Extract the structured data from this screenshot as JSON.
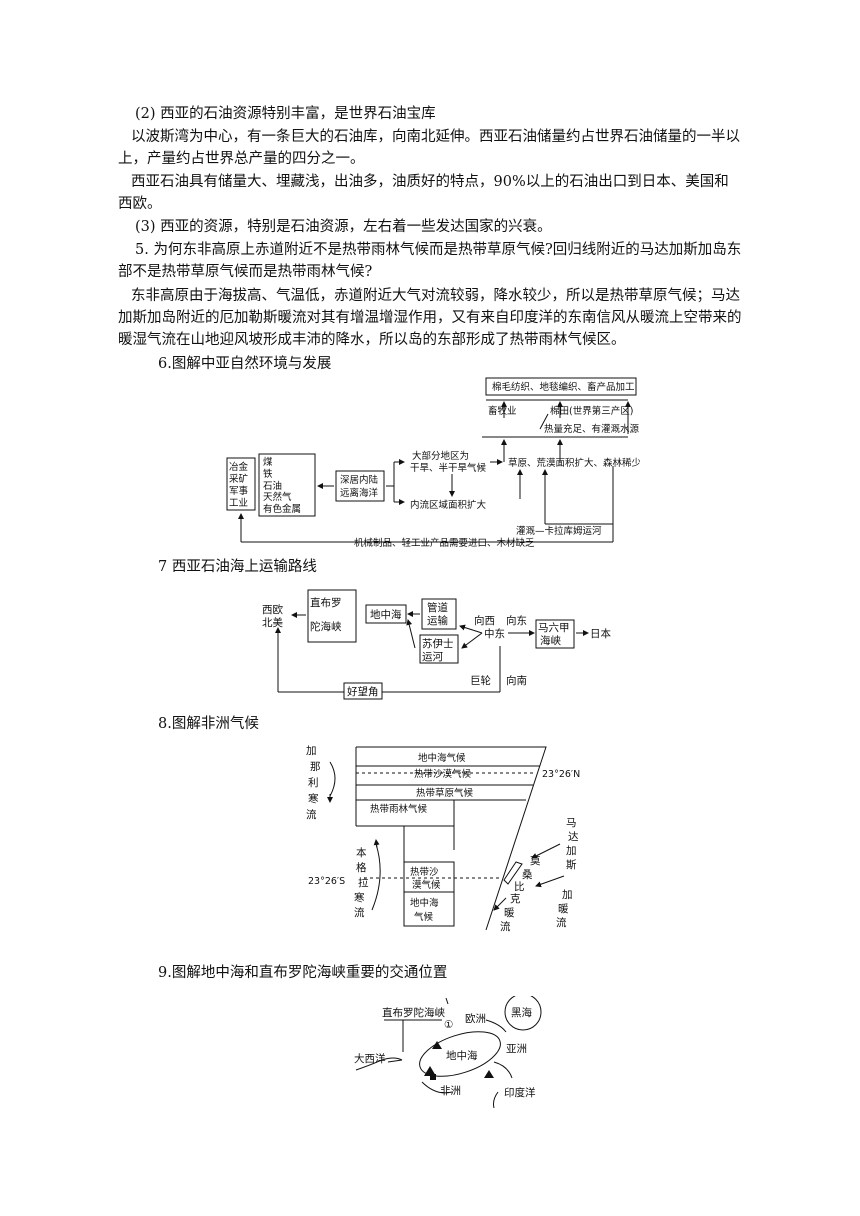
{
  "text": {
    "p1": "(2) 西亚的石油资源特别丰富，是世界石油宝库",
    "p2": "以波斯湾为中心，有一条巨大的石油库，向南北延伸。西亚石油储量约占世界石油储量的一半以上，产量约占世界总产量的四分之一。",
    "p3": "西亚石油具有储量大、埋藏浅，出油多，油质好的特点，90%以上的石油出口到日本、美国和西欧。",
    "p4": "(3) 西亚的资源，特别是石油资源，左右着一些发达国家的兴衰。",
    "p5": "5. 为何东非高原上赤道附近不是热带雨林气候而是热带草原气候?回归线附近的马达加斯加岛东部不是热带草原气候而是热带雨林气候?",
    "p6": "东非高原由于海拔高、气温低，赤道附近大气对流较弱，降水较少，所以是热带草原气候；马达加斯加岛附近的厄加勒斯暖流对其有增温增湿作用，又有来自印度洋的东南信风从暖流上空带来的暖湿气流在山地迎风坡形成丰沛的降水，所以岛的东部形成了热带雨林气候区。",
    "h6": "6.图解中亚自然环境与发展",
    "h7": "7 西亚石油海上运输路线",
    "h8": "8.图解非洲气候",
    "h9": "9.图解地中海和直布罗陀海峡重要的交通位置"
  },
  "diagram6": {
    "industry": [
      "冶金",
      "采矿",
      "军事",
      "工业"
    ],
    "resources": [
      "煤",
      "铁",
      "石油",
      "天然气",
      "有色金属"
    ],
    "location": [
      "深居内陆",
      "远离海洋"
    ],
    "climate": [
      "大部分地区为",
      "干旱、半干旱气候"
    ],
    "inland": "内流区域面积扩大",
    "grass": "草原、荒漠面积扩大、森林稀少",
    "textile": "棉毛纺织、地毯编织、畜产品加工",
    "livestock": "畜牧业",
    "cotton": "棉田(世界第三产区)",
    "heat": "热量充足、有灌溉水源",
    "canal": "灌溉—卡拉库姆运河",
    "import": "机械制品、轻工业产品需要进口、木材缺乏"
  },
  "diagram7": {
    "gibraltar": [
      "直布罗",
      "陀海峡"
    ],
    "west": [
      "西欧",
      "北美"
    ],
    "med": "地中海",
    "pipe": [
      "管道",
      "运输"
    ],
    "suez": [
      "苏伊士",
      "运河"
    ],
    "mideast": [
      "向西",
      "中东"
    ],
    "east": "向东",
    "malacca": [
      "马六甲",
      "海峡"
    ],
    "japan": "日本",
    "cape": "好望角",
    "tanker": "巨轮",
    "south": "向南"
  },
  "diagram8": {
    "canary": [
      "加",
      "那",
      "利",
      "寒",
      "流"
    ],
    "med_n": "地中海气候",
    "desert_n": "热带沙漠气候",
    "savanna": "热带草原气候",
    "rainforest": "热带雨林气候",
    "lat_n": "23°26′N",
    "lat_s": "23°26′S",
    "desert_s": [
      "热带沙",
      "漠气候"
    ],
    "med_s": [
      "地中海",
      "气候"
    ],
    "benguela": [
      "本",
      "格",
      "拉",
      "寒",
      "流"
    ],
    "mozambique": [
      "莫",
      "桑",
      "比",
      "克"
    ],
    "warm": [
      "暖",
      "流"
    ],
    "madagascar": [
      "马",
      "达",
      "加",
      "斯",
      "加",
      "暖",
      "流"
    ]
  },
  "diagram9": {
    "gibraltar": "直布罗陀海峡",
    "europe": "欧洲",
    "black": "黑海",
    "atlantic": "大西洋",
    "med": "地中海",
    "asia": "亚洲",
    "africa": "非洲",
    "indian": "印度洋",
    "marker": "①"
  }
}
